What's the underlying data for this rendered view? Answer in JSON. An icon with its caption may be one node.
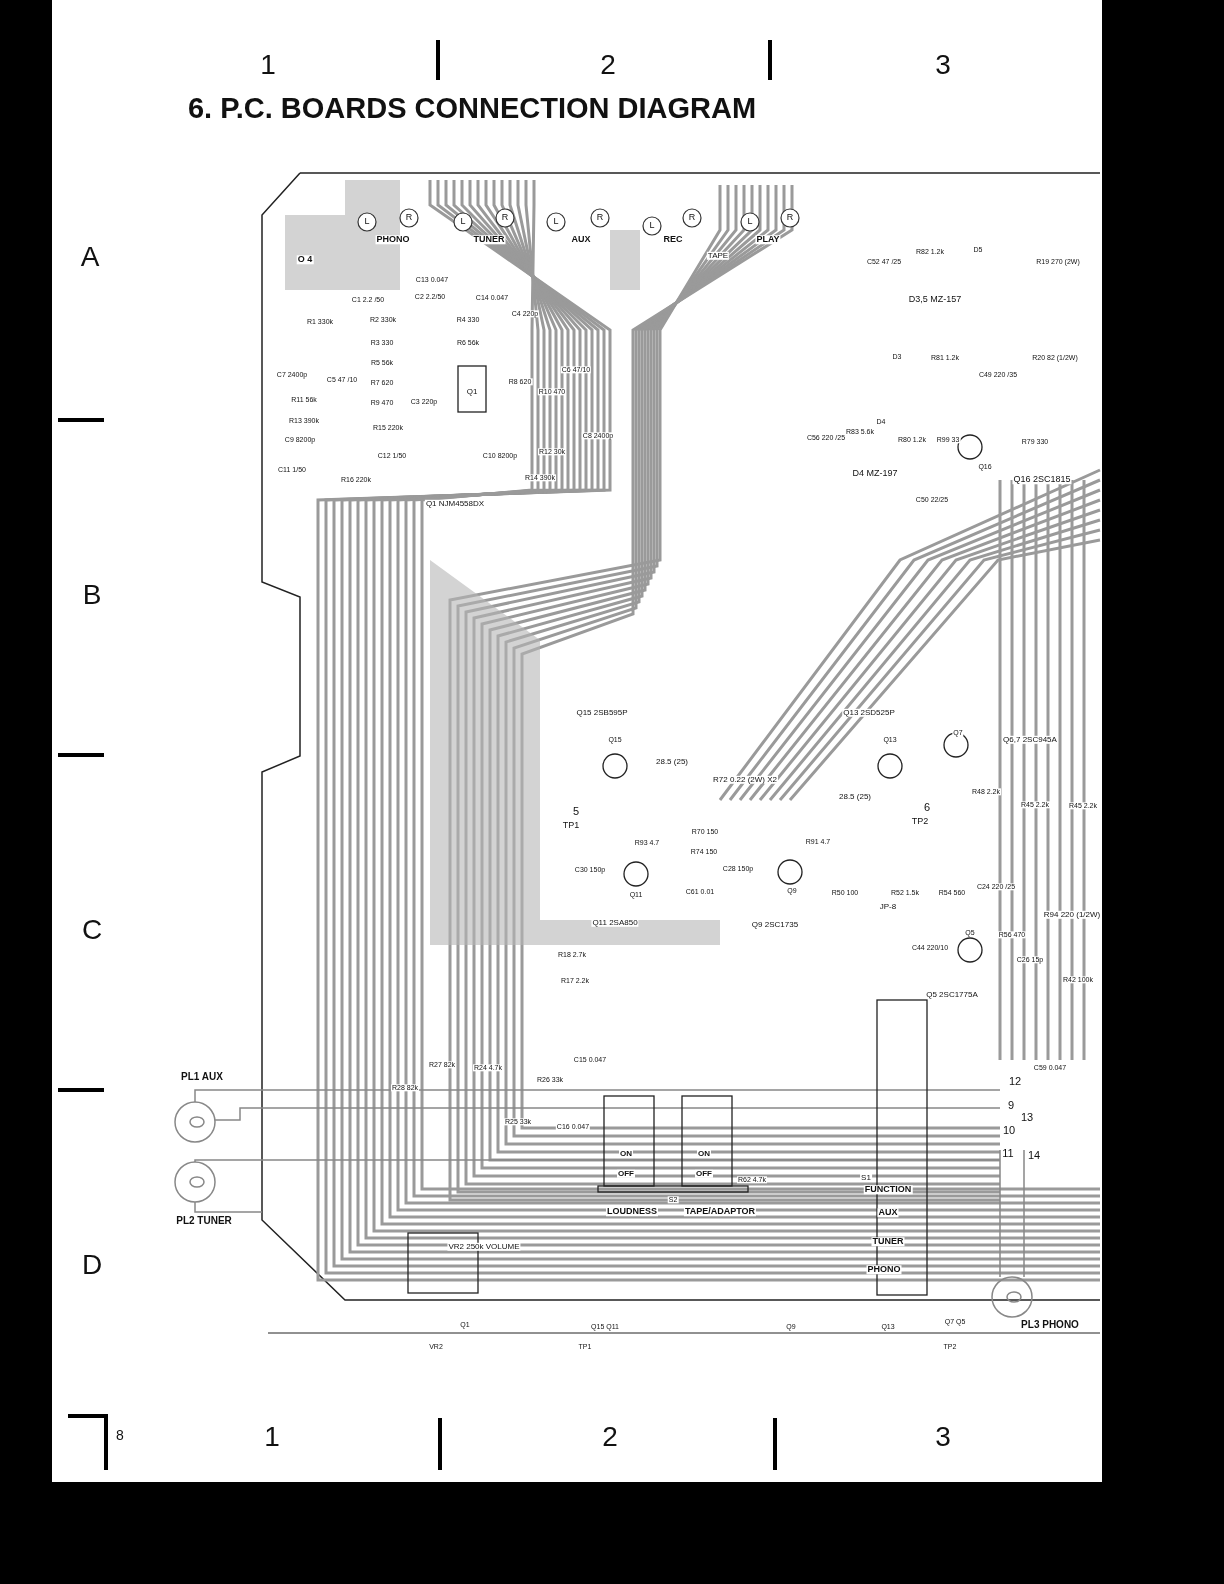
{
  "diagram": {
    "title": "6. P.C. BOARDS CONNECTION DIAGRAM",
    "labels": [
      "1",
      "2",
      "3",
      "A",
      "B",
      "C",
      "D",
      "L",
      "R",
      "PHONO",
      "L",
      "R",
      "TUNER",
      "L",
      "R",
      "AUX",
      "L",
      "R",
      "REC",
      "L",
      "R",
      "PLAY",
      "TAPE",
      "O 4",
      "C13 0.047",
      "C1 2.2 /50",
      "C2 2.2/50",
      "C14 0.047",
      "R1 330k",
      "R2 330k",
      "R4 330",
      "C4 220p",
      "R3 330",
      "R6 56k",
      "C7 2400p",
      "C5 47 /10",
      "R5 56k",
      "C6 47/10",
      "R8 620",
      "R10 470",
      "R7 620",
      "C3 220p",
      "Q1",
      "R11 56k",
      "R9 470",
      "R13 390k",
      "R15 220k",
      "C9 8200p",
      "C8 2400p",
      "C12 1/50",
      "C10 8200p",
      "R12 30k",
      "C11 1/50",
      "R14 390k",
      "R16 220k",
      "Q1 NJM4558DX",
      "C52 47 /25",
      "R82 1.2k",
      "D5",
      "R19 270 (2W)",
      "D3,5 MZ-157",
      "D3",
      "R81 1.2k",
      "C49 220 /35",
      "R20 82 (1/2W)",
      "C56 220 /25",
      "R83 5.6k",
      "D4",
      "R80 1.2k",
      "R99 33",
      "Q16",
      "R79 330",
      "D4 MZ-197",
      "Q16 2SC1815",
      "C50 22/25",
      "Q15 2SB595P",
      "Q15",
      "28.5 (25)",
      "Q13 2SD525P",
      "Q13",
      "Q7",
      "Q6,7 2SC945A",
      "R72 0.22 (2W) X2",
      "28.5 (25)",
      "R48 2.2k",
      "R45 2.2k",
      "R45 2.2k",
      "5",
      "TP1",
      "6",
      "TP2",
      "R93 4.7",
      "R70 150",
      "R74 150",
      "R91 4.7",
      "C30 150p",
      "C28 150p",
      "C61 0.01",
      "Q11",
      "Q9",
      "R50 100",
      "R52 1.5k",
      "R54 560",
      "JP-8",
      "C24 220 /25",
      "R94 220 (1/2W)",
      "Q11 2SA850",
      "Q9 2SC1735",
      "C44 220/10",
      "Q5",
      "R56 470",
      "C26 15p",
      "R18 2.7k",
      "Q5 2SC1775A",
      "R17 2.2k",
      "R42 100k",
      "C15 0.047",
      "R27 82k",
      "R24 4.7k",
      "R28 82k",
      "C59 0.047",
      "PL1 AUX",
      "R26 33k",
      "12",
      "R25 33k",
      "C16 0.047",
      "9",
      "13",
      "10",
      "ON",
      "OFF",
      "ON",
      "OFF",
      "11",
      "14",
      "R62 4.7k",
      "S1",
      "FUNCTION",
      "S2",
      "PL2 TUNER",
      "LOUDNESS",
      "TAPE/ADAPTOR",
      "AUX",
      "VR2 250k VOLUME",
      "TUNER",
      "PHONO",
      "Q1",
      "Q15 Q11",
      "Q9",
      "Q13",
      "Q7 Q5",
      "PL3 PHONO",
      "VR2",
      "TP1",
      "TP2",
      "1",
      "2",
      "3",
      "8"
    ]
  }
}
